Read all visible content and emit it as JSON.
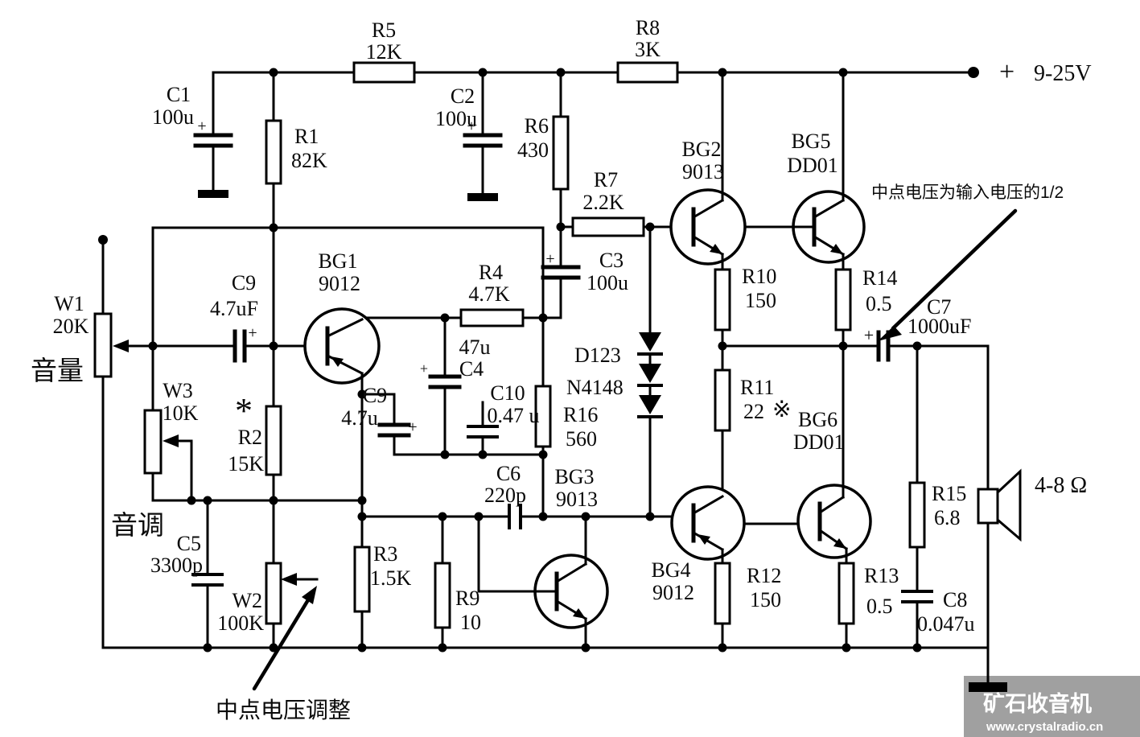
{
  "power": {
    "plus": "+",
    "label": "9-25V"
  },
  "sym": {
    "plus": "+",
    "star": "*",
    "refmark": "※"
  },
  "parts": {
    "r1": {
      "ref": "R1",
      "val": "82K"
    },
    "r2": {
      "ref": "R2",
      "val": "15K"
    },
    "r3": {
      "ref": "R3",
      "val": "1.5K"
    },
    "r4": {
      "ref": "R4",
      "val": "4.7K"
    },
    "r5": {
      "ref": "R5",
      "val": "12K"
    },
    "r6": {
      "ref": "R6",
      "val": "430"
    },
    "r7": {
      "ref": "R7",
      "val": "2.2K"
    },
    "r8": {
      "ref": "R8",
      "val": "3K"
    },
    "r9": {
      "ref": "R9",
      "val": "10"
    },
    "r10": {
      "ref": "R10",
      "val": "150"
    },
    "r11": {
      "ref": "R11",
      "val": "22"
    },
    "r12": {
      "ref": "R12",
      "val": "150"
    },
    "r13": {
      "ref": "R13",
      "val": "0.5"
    },
    "r14": {
      "ref": "R14",
      "val": "0.5"
    },
    "r15": {
      "ref": "R15",
      "val": "6.8"
    },
    "r16": {
      "ref": "R16",
      "val": "560"
    },
    "c1": {
      "ref": "C1",
      "val": "100u"
    },
    "c2": {
      "ref": "C2",
      "val": "100u"
    },
    "c3": {
      "ref": "C3",
      "val": "100u"
    },
    "c4": {
      "ref": "C4",
      "val": "47u"
    },
    "c5": {
      "ref": "C5",
      "val": "3300p"
    },
    "c6": {
      "ref": "C6",
      "val": "220p"
    },
    "c7": {
      "ref": "C7",
      "val": "1000uF"
    },
    "c8": {
      "ref": "C8",
      "val": "0.047u"
    },
    "c9a": {
      "ref": "C9",
      "val": "4.7uF"
    },
    "c9b": {
      "ref": "C9",
      "val": "4.7u"
    },
    "c10": {
      "ref": "C10",
      "val": "0.47 u"
    },
    "w1": {
      "ref": "W1",
      "val": "20K"
    },
    "w2": {
      "ref": "W2",
      "val": "100K"
    },
    "w3": {
      "ref": "W3",
      "val": "10K"
    },
    "bg1": {
      "ref": "BG1",
      "val": "9012"
    },
    "bg2": {
      "ref": "BG2",
      "val": "9013"
    },
    "bg3": {
      "ref": "BG3",
      "val": "9013"
    },
    "bg4": {
      "ref": "BG4",
      "val": "9012"
    },
    "bg5": {
      "ref": "BG5",
      "val": "DD01"
    },
    "bg6": {
      "ref": "BG6",
      "val": "DD01"
    },
    "d": {
      "ref": "D123",
      "val": "N4148"
    }
  },
  "labels": {
    "volume": "音量",
    "tone": "音调",
    "speaker": "4-8 Ω"
  },
  "annotations": {
    "midpoint": "中点电压为输入电压的1/2",
    "adjust": "中点电压调整"
  },
  "watermark": {
    "line1": "矿石收音机",
    "line2": "www.crystalradio.cn"
  }
}
